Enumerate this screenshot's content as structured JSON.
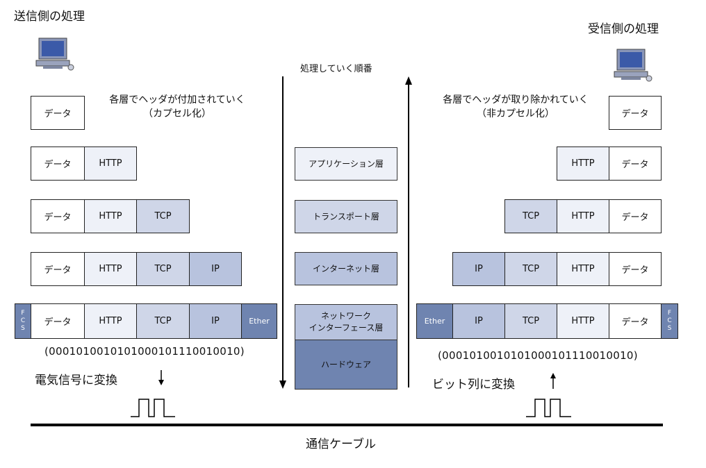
{
  "sender_title": "送信側の処理",
  "receiver_title": "受信側の処理",
  "order_label": "処理していく順番",
  "encapsulation_note": {
    "line1": "各層でヘッダが付加されていく",
    "line2": "（カプセル化）"
  },
  "decapsulation_note": {
    "line1": "各層でヘッダが取り除かれていく",
    "line2": "（非カプセル化）"
  },
  "blocks": {
    "data": "データ",
    "http": "HTTP",
    "tcp": "TCP",
    "ip": "IP",
    "ether": "Ether",
    "fcs": [
      "F",
      "C",
      "S"
    ]
  },
  "layers": {
    "application": "アプリケーション層",
    "transport": "トランスポート層",
    "internet": "インターネット層",
    "network_interface": [
      "ネットワーク",
      "インターフェース層"
    ],
    "hardware": "ハードウェア"
  },
  "sender_bits": "(0001010010101000101110010010)",
  "receiver_bits": "(0001010010101000101110010010)",
  "sender_conversion": "電気信号に変換",
  "receiver_conversion": "ビット列に変換",
  "cable_label": "通信ケーブル",
  "colors": {
    "data": "#ffffff",
    "http": "#eef1f8",
    "tcp": "#cfd6e8",
    "ip": "#b8c3de",
    "ether": "#6f84b0",
    "layer_light": "#eef1f8",
    "layer_mid": "#cfd6e8",
    "layer_dark": "#b8c3de",
    "layer_darkest": "#6f84b0"
  },
  "icons": {
    "sender": "computer-icon",
    "receiver": "computer-icon"
  }
}
